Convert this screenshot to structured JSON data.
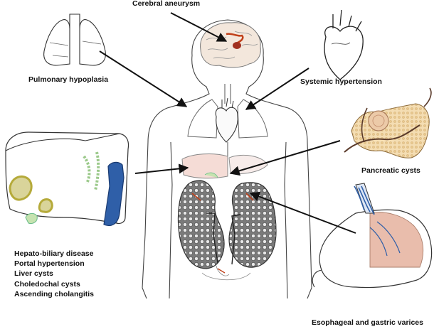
{
  "labels": {
    "cerebral_aneurysm": "Cerebral aneurysm",
    "pulmonary_hypoplasia": "Pulmonary hypoplasia",
    "systemic_hypertension": "Systemic hypertension",
    "pancreatic_cysts": "Pancreatic cysts",
    "esophageal_gastric_varices": "Esophageal and gastric varices",
    "hepatic_list": [
      "Hepato-biliary disease",
      "Portal hypertension",
      "Liver cysts",
      "Choledochal cysts",
      "Ascending cholangitis"
    ]
  },
  "icons": [
    "lungs-icon",
    "brain-icon",
    "heart-icon",
    "pancreas-icon",
    "liver-icon",
    "stomach-icon",
    "human-body-icon",
    "kidneys-icon"
  ],
  "colors": {
    "outline": "#333333",
    "cyst_olive": "#b5aa3a",
    "cyst_fill": "#d9d49a",
    "vein_blue": "#2f5fa8",
    "aneurysm_red": "#c0401a",
    "kidney_gray": "#8c8c8c",
    "organ_pink": "#f5dcd6"
  }
}
